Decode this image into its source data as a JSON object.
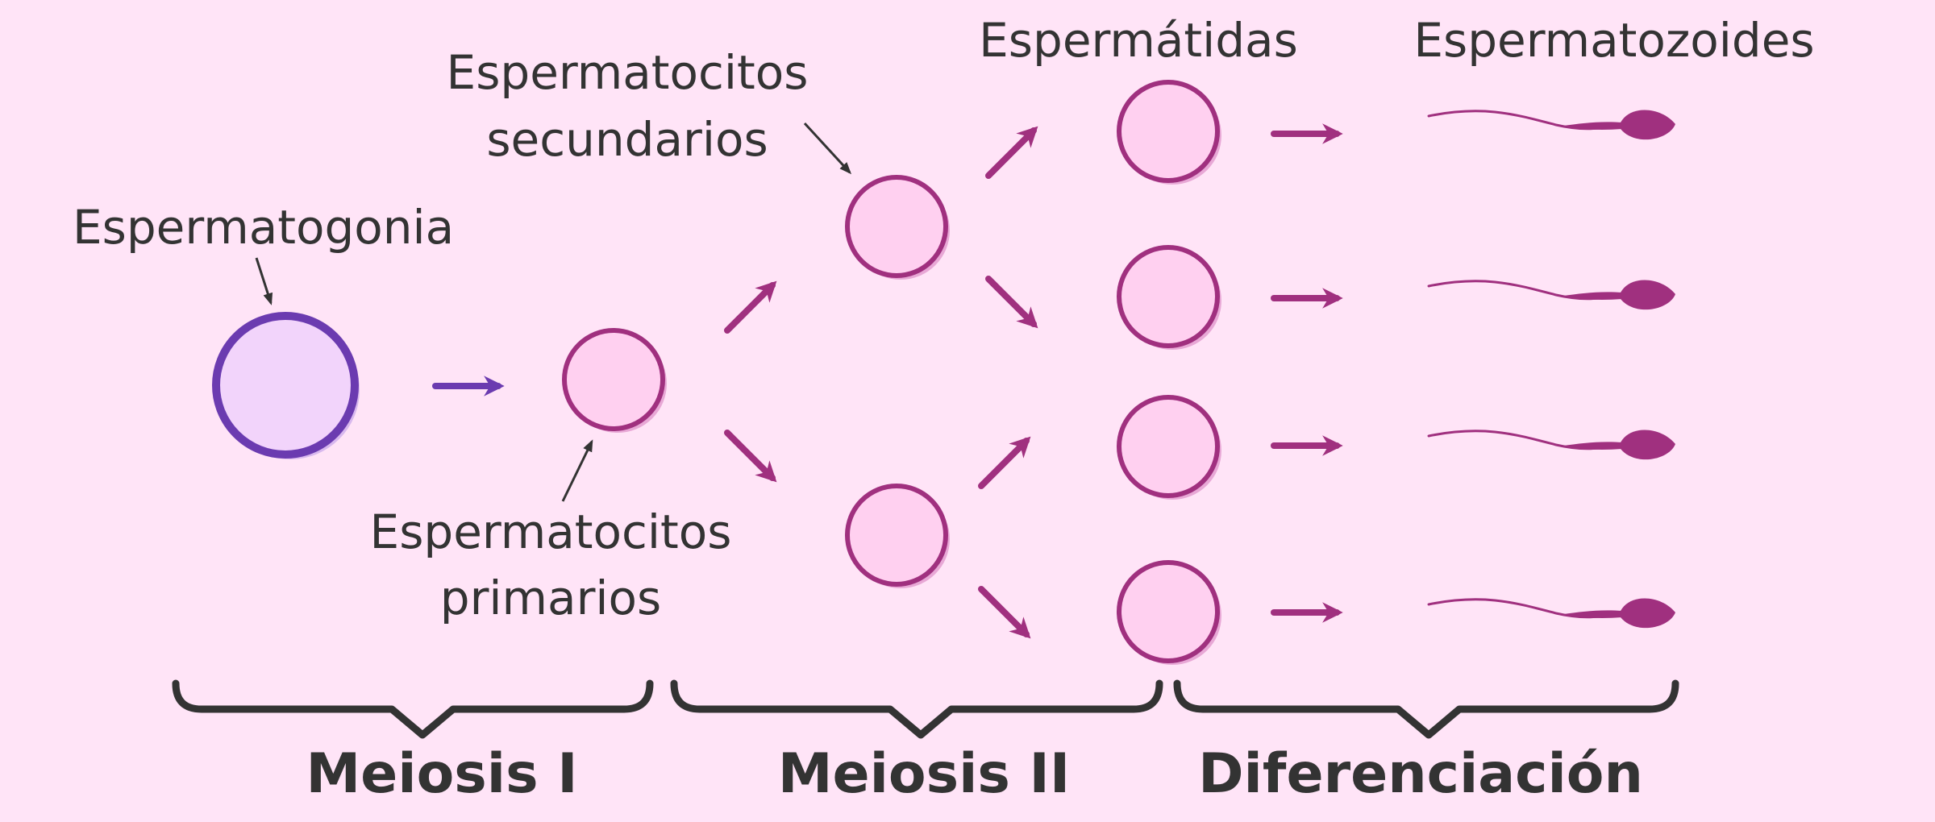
{
  "labels": {
    "espermatogonia": "Espermatogonia",
    "primarios_1": "Espermatocitos",
    "primarios_2": "primarios",
    "secundarios_1": "Espermatocitos",
    "secundarios_2": "secundarios",
    "espermatidas": "Espermátidas",
    "espermatozoides": "Espermatozoides"
  },
  "phases": {
    "meiosis_1": "Meiosis I",
    "meiosis_2": "Meiosis II",
    "diferenciacion": "Diferenciación"
  },
  "colors": {
    "background": "#ffe4f7",
    "spermatogonia_fill": "#f2d4fb",
    "spermatogonia_stroke": "#6b3bb0",
    "cell_fill": "#ffd0f0",
    "cell_stroke": "#a0307f",
    "arrow_purple": "#6b3bb0",
    "arrow_magenta": "#a0307f",
    "sperm": "#a0307f",
    "text": "#333333",
    "brace": "#333333"
  }
}
